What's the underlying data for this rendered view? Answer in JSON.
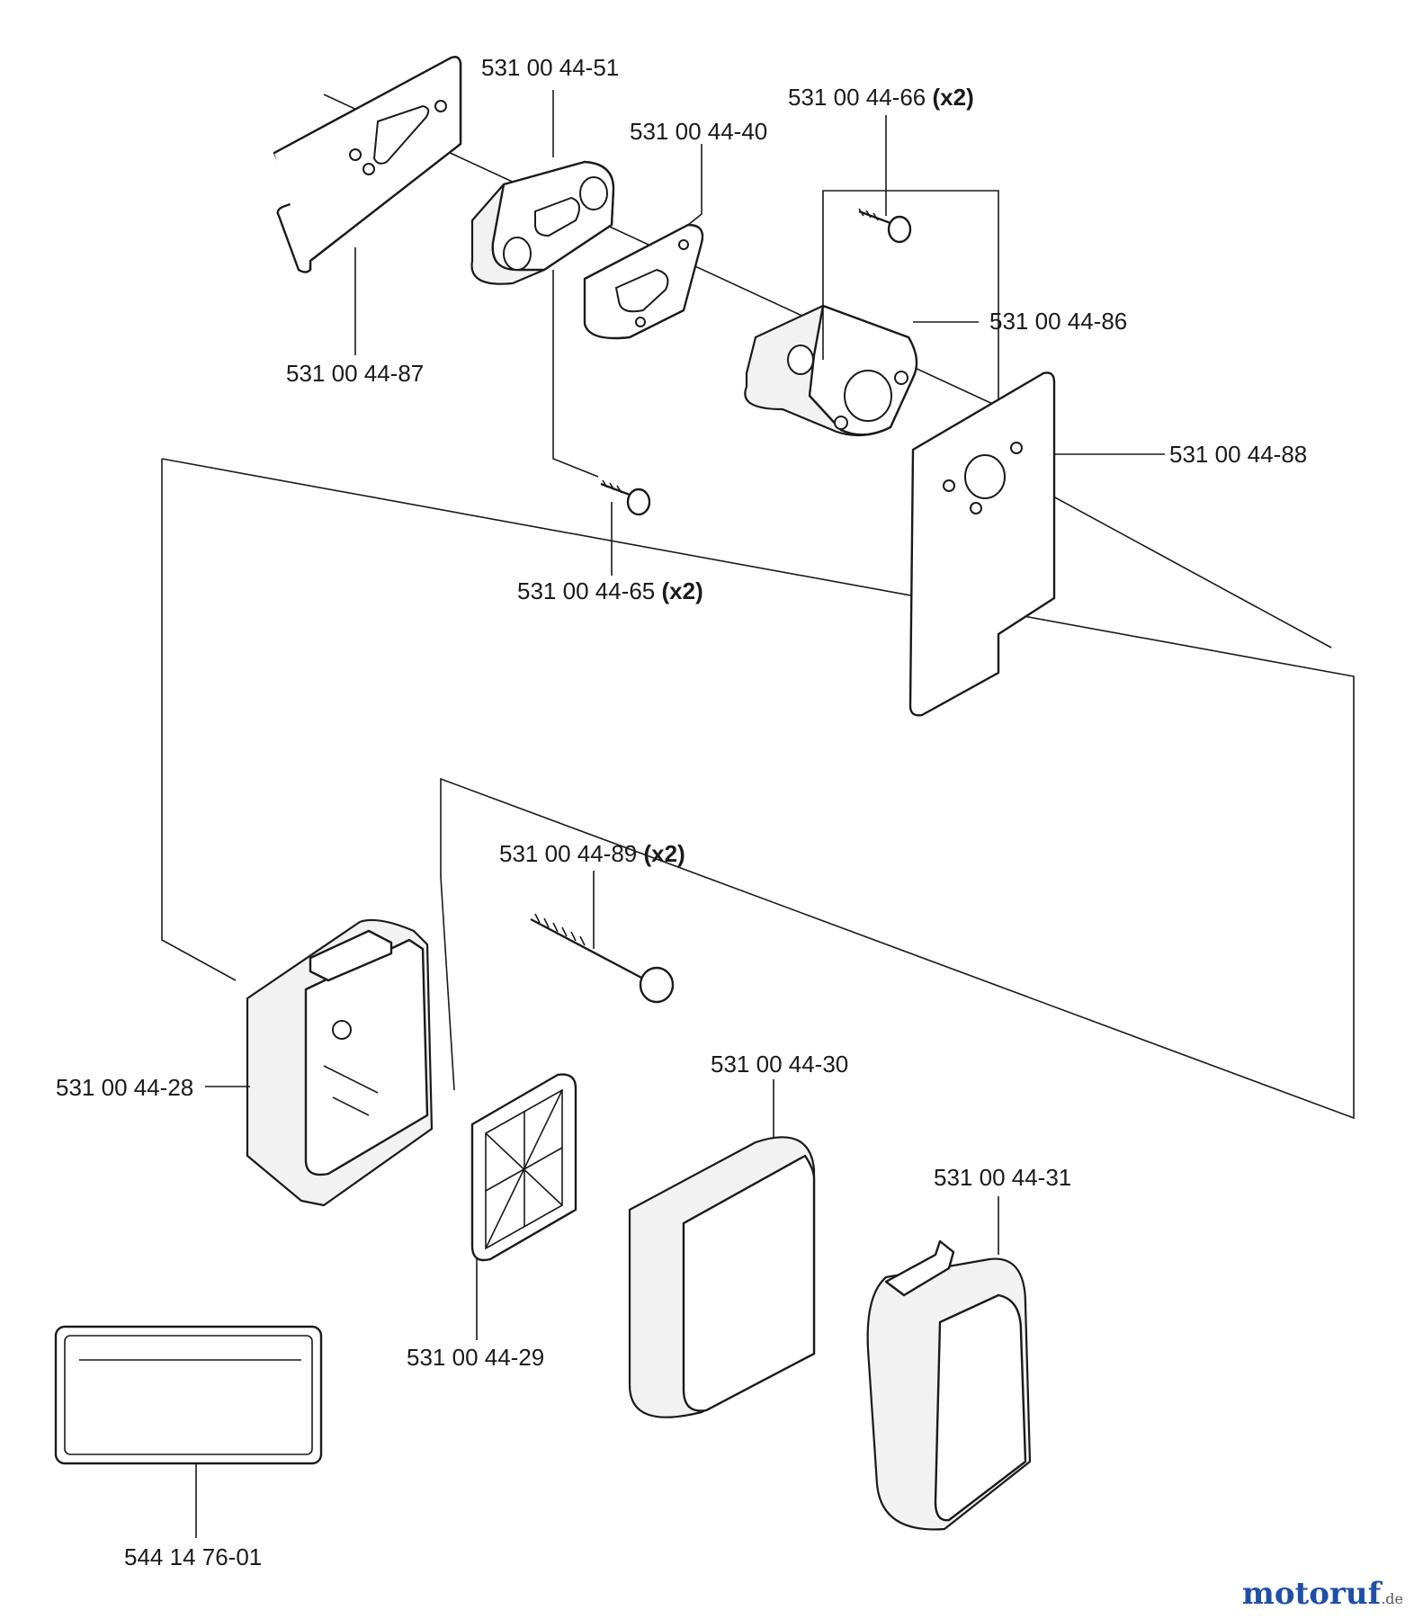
{
  "parts": [
    {
      "id": "p51",
      "number": "531 00 44-51",
      "qty": ""
    },
    {
      "id": "p40",
      "number": "531 00 44-40",
      "qty": ""
    },
    {
      "id": "p66",
      "number": "531 00 44-66",
      "qty": "(x2)"
    },
    {
      "id": "p87",
      "number": "531 00 44-87",
      "qty": ""
    },
    {
      "id": "p86",
      "number": "531 00 44-86",
      "qty": ""
    },
    {
      "id": "p88",
      "number": "531 00 44-88",
      "qty": ""
    },
    {
      "id": "p65",
      "number": "531 00 44-65",
      "qty": "(x2)"
    },
    {
      "id": "p89",
      "number": "531 00 44-89",
      "qty": "(x2)"
    },
    {
      "id": "p30",
      "number": "531 00 44-30",
      "qty": ""
    },
    {
      "id": "p28",
      "number": "531 00 44-28",
      "qty": ""
    },
    {
      "id": "p31",
      "number": "531 00 44-31",
      "qty": ""
    },
    {
      "id": "p29",
      "number": "531 00 44-29",
      "qty": ""
    },
    {
      "id": "p01",
      "number": "544 14 76-01",
      "qty": ""
    }
  ],
  "watermark": {
    "name": "motoruf",
    "suffix": ".de"
  },
  "colors": {
    "ink": "#1a1a1a",
    "brand_blue": "#1f4fa8",
    "brand_red": "#d23a2a",
    "brand_green": "#3a9a3a",
    "brand_orange": "#e08a1e"
  }
}
